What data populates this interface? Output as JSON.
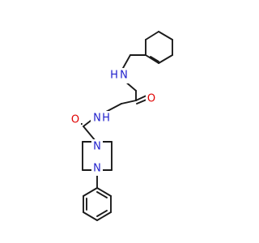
{
  "molecule": {
    "atom_labels": {
      "amide_nitrogen_upper": "N",
      "amide_hydrogen_upper": "H",
      "amide_oxygen_upper": "O",
      "amide_nitrogen_lower": "N",
      "amide_hydrogen_lower": "H",
      "amide_oxygen_lower": "O",
      "piperazine_nitrogen_upper": "N",
      "piperazine_nitrogen_lower": "N"
    },
    "colors": {
      "bond": "#1a1a1a",
      "nitrogen": "#1f1fcc",
      "oxygen": "#e00000",
      "background": "#ffffff"
    }
  }
}
